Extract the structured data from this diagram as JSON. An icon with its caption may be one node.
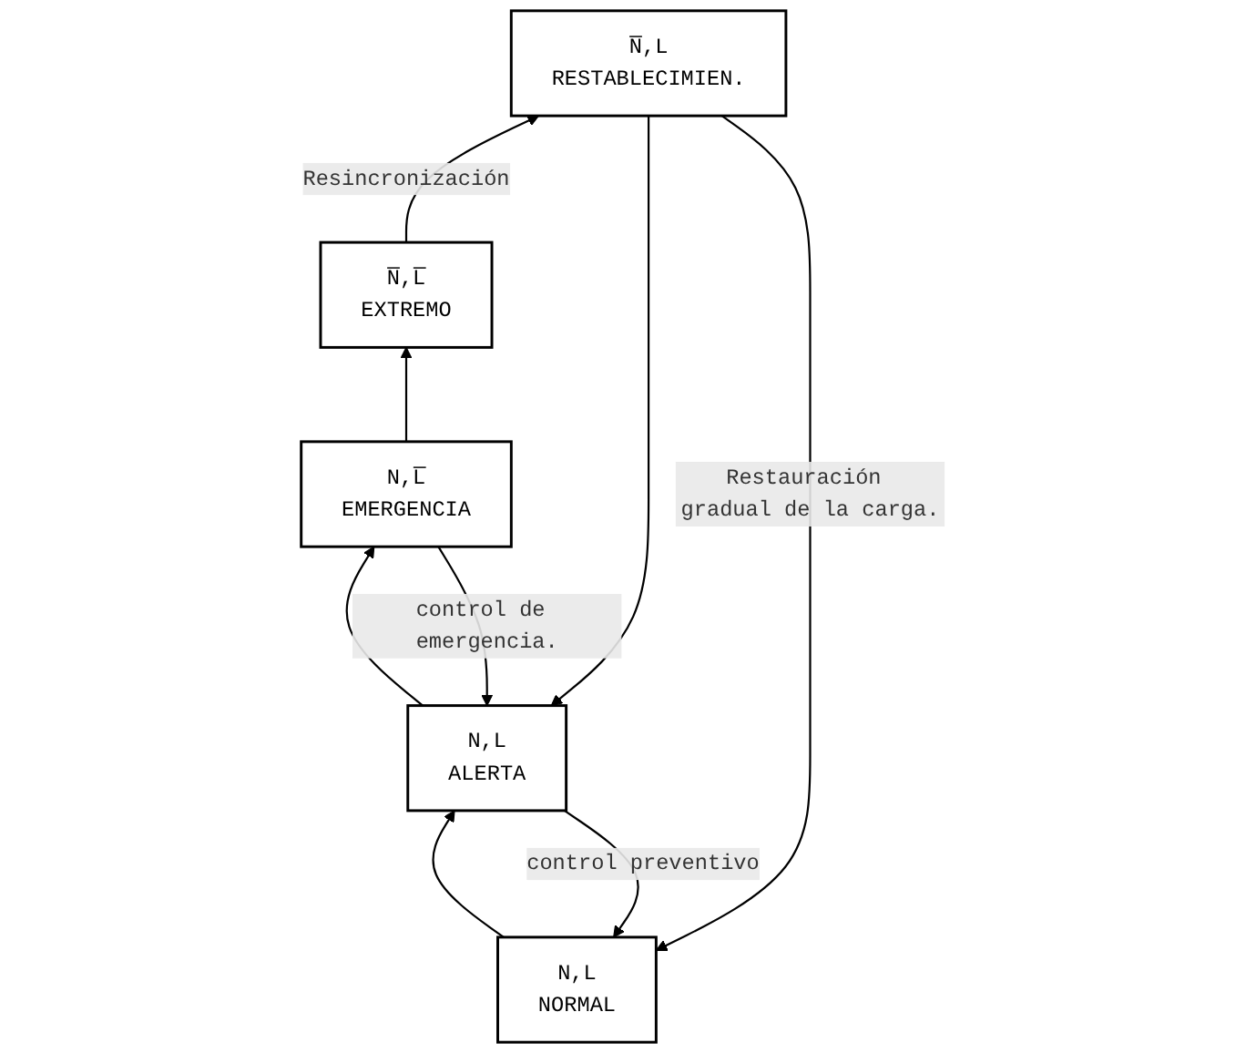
{
  "diagram": {
    "nodes": [
      {
        "text": [
          "N,L",
          "NORMAL"
        ]
      },
      {
        "text": [
          "N̅,L",
          "RESTABLECIMIEN."
        ]
      },
      {
        "text": [
          "N,L",
          "ALERTA"
        ]
      },
      {
        "text": [
          "N̅,L̅",
          "EXTREMO"
        ]
      },
      {
        "text": [
          "N,L̅",
          "EMERGENCIA"
        ]
      }
    ],
    "edges": [
      {
        "from": 1,
        "to": 0,
        "arrow": "to",
        "label": "Restauración gradual de la carga."
      },
      {
        "from": 0,
        "to": 2,
        "arrow": "to"
      },
      {
        "from": 2,
        "to": 0,
        "arrow": "to",
        "label": "control preventivo"
      },
      {
        "from": 1,
        "to": 2,
        "arrow": "to"
      },
      {
        "from": 2,
        "to": 4,
        "arrow": "to"
      },
      {
        "from": 4,
        "to": 2,
        "arrow": "to",
        "label": "control de emergencia."
      },
      {
        "from": 3,
        "to": 1,
        "arrow": "to",
        "label": "Resincronización"
      },
      {
        "from": 4,
        "to": 3,
        "arrow": "to"
      }
    ]
  }
}
